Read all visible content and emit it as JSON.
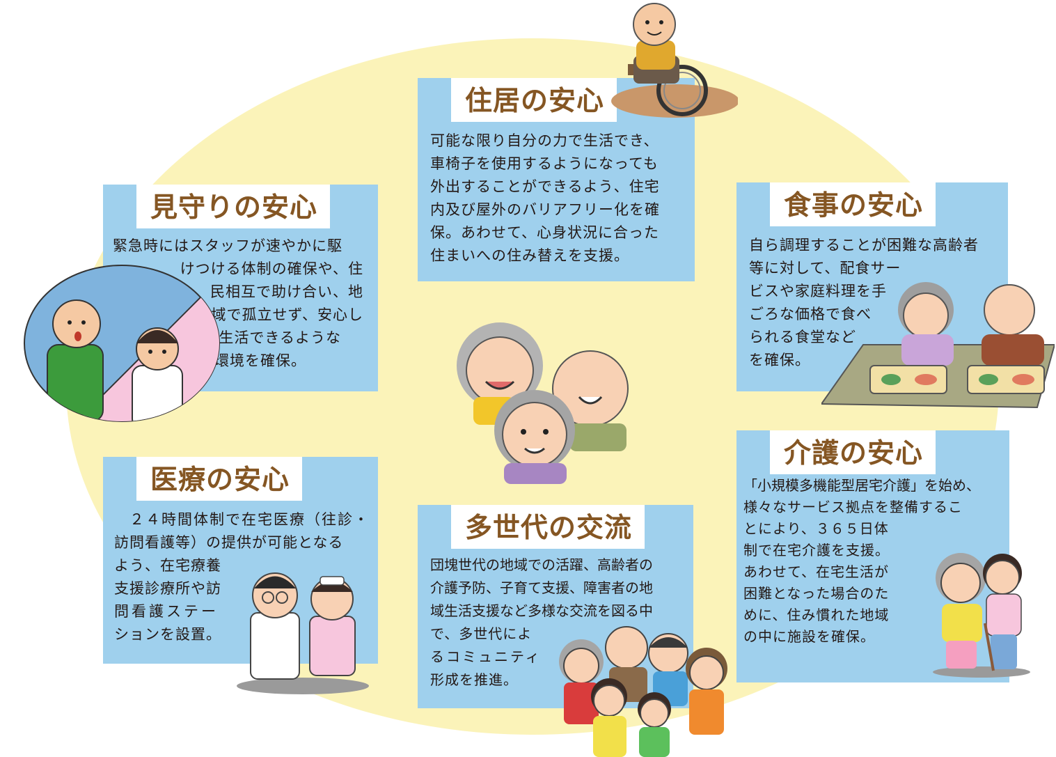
{
  "sections": {
    "jukyo": {
      "title": "住居の安心",
      "lines": [
        "可能な限り自分の力で生活でき、",
        "車椅子を使用するようになっても",
        "外出することができるよう、住宅",
        "内及び屋外のバリアフリー化を確",
        "保。あわせて、心身状況に合った",
        "住まいへの住み替えを支援。"
      ]
    },
    "mimamori": {
      "title": "見守りの安心",
      "lines": [
        "緊急時にはスタッフが速やかに駆",
        "けつける体制の確保や、住",
        "民相互で助け合い、地",
        "域で孤立せず、安心し",
        "て生活できるような",
        "環境を確保。"
      ]
    },
    "shokuji": {
      "title": "食事の安心",
      "lines": [
        "自ら調理することが困難な高齢者",
        "等に対して、配食サー",
        "ビスや家庭料理を手",
        "ごろな価格で食べ",
        "られる食堂など",
        "を確保。"
      ]
    },
    "iryo": {
      "title": "医療の安心",
      "lines": [
        "２４時間体制で在宅医療（往診・",
        "訪問看護等）の提供が可能となる",
        "よう、在宅療養",
        "支援診療所や訪",
        "問看護ステー",
        "ションを設置。"
      ]
    },
    "tasedai": {
      "title": "多世代の交流",
      "lines": [
        "団塊世代の地域での活躍、高齢者の",
        "介護予防、子育て支援、障害者の地",
        "域生活支援など多様な交流を図る中",
        "で、多世代によ",
        "るコミュニティ",
        "形成を推進。"
      ]
    },
    "kaigo": {
      "title": "介護の安心",
      "lines": [
        "「小規模多機能型居宅介護」を始め、",
        "様々なサービス拠点を整備するこ",
        "とにより、３６５日体",
        "制で在宅介護を支援。",
        "あわせて、在宅生活が",
        "困難となった場合のた",
        "めに、住み慣れた地域",
        "の中に施設を確保。"
      ]
    }
  },
  "colors": {
    "ellipse": "#fbf3b9",
    "panel": "#9fd0ed",
    "title_text": "#855623",
    "body_text": "#231815"
  }
}
